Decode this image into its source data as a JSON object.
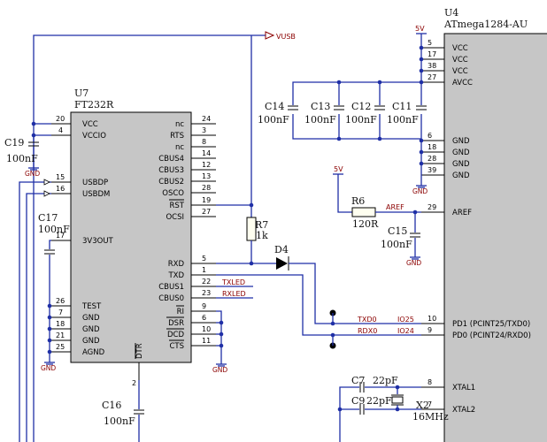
{
  "u4": {
    "ref": "U4",
    "value": "ATmega1284-AU",
    "pins": [
      {
        "num": "5",
        "name": "VCC"
      },
      {
        "num": "17",
        "name": "VCC"
      },
      {
        "num": "38",
        "name": "VCC"
      },
      {
        "num": "27",
        "name": "AVCC"
      },
      {
        "num": "6",
        "name": "GND"
      },
      {
        "num": "18",
        "name": "GND"
      },
      {
        "num": "28",
        "name": "GND"
      },
      {
        "num": "39",
        "name": "GND"
      },
      {
        "num": "29",
        "name": "AREF"
      },
      {
        "num": "10",
        "name": "PD1 (PCINT25/TXD0)"
      },
      {
        "num": "9",
        "name": "PD0 (PCINT24/RXD0)"
      },
      {
        "num": "8",
        "name": "XTAL1"
      },
      {
        "num": "7",
        "name": "XTAL2"
      }
    ]
  },
  "u7": {
    "ref": "U7",
    "value": "FT232R",
    "left_pins": [
      {
        "num": "20",
        "name": "VCC"
      },
      {
        "num": "4",
        "name": "VCCIO"
      },
      {
        "num": "15",
        "name": "USBDP"
      },
      {
        "num": "16",
        "name": "USBDM"
      },
      {
        "num": "17",
        "name": "3V3OUT"
      },
      {
        "num": "26",
        "name": "TEST"
      },
      {
        "num": "7",
        "name": "GND"
      },
      {
        "num": "18",
        "name": "GND"
      },
      {
        "num": "21",
        "name": "GND"
      },
      {
        "num": "25",
        "name": "AGND"
      }
    ],
    "right_pins": [
      {
        "num": "24",
        "name": "nc"
      },
      {
        "num": "3",
        "name": "RTS"
      },
      {
        "num": "8",
        "name": "nc"
      },
      {
        "num": "14",
        "name": "CBUS4"
      },
      {
        "num": "12",
        "name": "CBUS3"
      },
      {
        "num": "13",
        "name": "CBUS2"
      },
      {
        "num": "28",
        "name": "OSCO"
      },
      {
        "num": "19",
        "name": "RST"
      },
      {
        "num": "27",
        "name": "OCSI"
      },
      {
        "num": "5",
        "name": "RXD"
      },
      {
        "num": "1",
        "name": "TXD"
      },
      {
        "num": "22",
        "name": "CBUS1"
      },
      {
        "num": "23",
        "name": "CBUS0"
      },
      {
        "num": "9",
        "name": "RI"
      },
      {
        "num": "6",
        "name": "DSR"
      },
      {
        "num": "10",
        "name": "DCD"
      },
      {
        "num": "11",
        "name": "CTS"
      }
    ],
    "bottom_pin": {
      "num": "2",
      "name": "DTR"
    }
  },
  "components": [
    {
      "ref": "C19",
      "value": "100nF"
    },
    {
      "ref": "C17",
      "value": "100nF"
    },
    {
      "ref": "C14",
      "value": "100nF"
    },
    {
      "ref": "C13",
      "value": "100nF"
    },
    {
      "ref": "C12",
      "value": "100nF"
    },
    {
      "ref": "C11",
      "value": "100nF"
    },
    {
      "ref": "C15",
      "value": "100nF"
    },
    {
      "ref": "C16",
      "value": "100nF"
    },
    {
      "ref": "R6",
      "value": "120R"
    },
    {
      "ref": "R7",
      "value": "1k"
    },
    {
      "ref": "D4",
      "value": ""
    },
    {
      "ref": "C7",
      "value": "22pF"
    },
    {
      "ref": "C9",
      "value": "22pF"
    },
    {
      "ref": "X2",
      "value": "16MHz"
    }
  ],
  "nets": {
    "vusb": "VUSB",
    "aref": "AREF",
    "txled": "TXLED",
    "rxled": "RXLED",
    "txd0": "TXD0",
    "rdx0": "RDX0",
    "io25": "IO25",
    "io24": "IO24"
  },
  "power": {
    "v5": "5V",
    "gnd": "GND"
  }
}
